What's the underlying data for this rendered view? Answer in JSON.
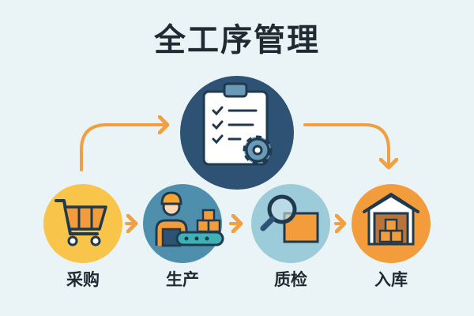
{
  "title": "全工序管理",
  "steps": [
    {
      "label": "采购",
      "icon": "shopping-cart-icon",
      "color": "#f8c54a"
    },
    {
      "label": "生产",
      "icon": "worker-conveyor-icon",
      "color": "#4f8fae"
    },
    {
      "label": "质检",
      "icon": "magnifier-box-icon",
      "color": "#9ccbd9"
    },
    {
      "label": "入库",
      "icon": "warehouse-icon",
      "color": "#f39c3b"
    }
  ],
  "center": {
    "icon": "clipboard-gear-icon",
    "color": "#2d5273"
  },
  "colors": {
    "arrow": "#f0a040",
    "background": "#eaf3f6",
    "outline": "#1f3a4f"
  }
}
